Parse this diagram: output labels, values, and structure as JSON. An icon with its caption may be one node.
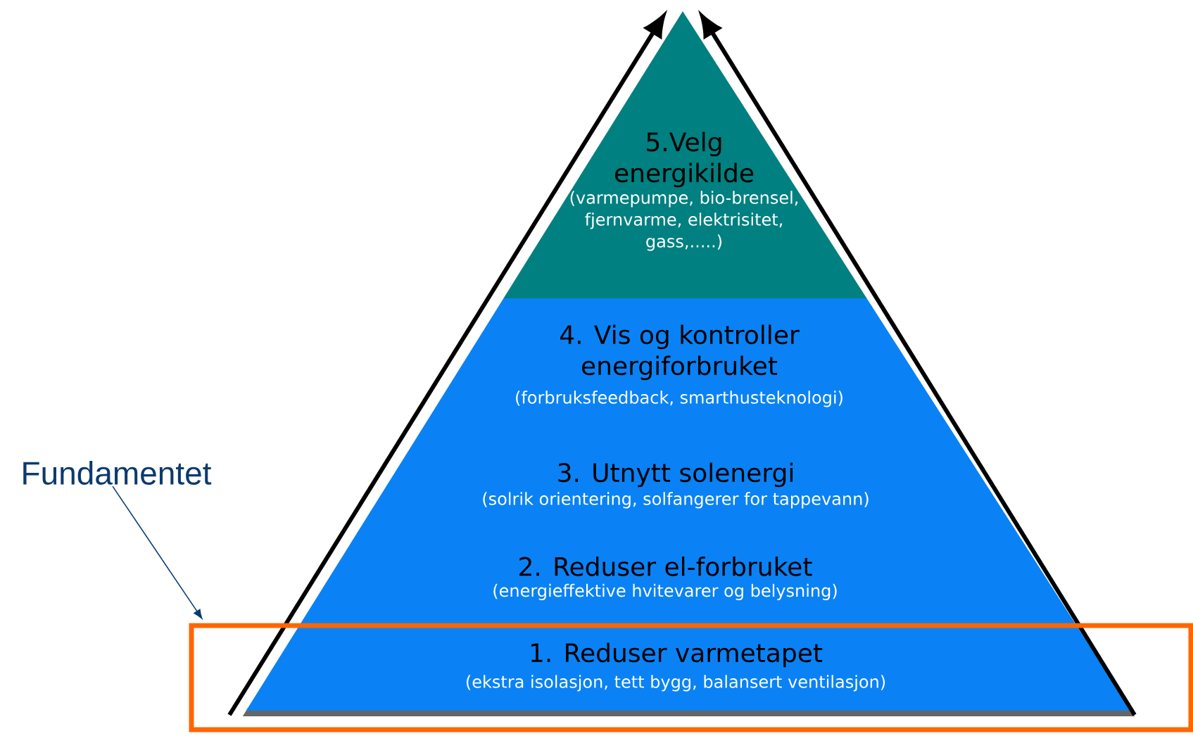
{
  "diagram": {
    "nodes": [
      {
        "text": [
          "5.Velg energikilde",
          "(varmepumpe, bio-brensel, fjernvarme, elektrisitet, gass,.....)"
        ]
      },
      {
        "text": [
          "4. Vis og kontroller energiforbruket",
          "(forbruksfeedback, smarthusteknologi)"
        ]
      },
      {
        "text": [
          "3. Utnytt solenergi",
          "(solrik orientering, solfangerer for tappevann)"
        ]
      },
      {
        "text": [
          "2. Reduser el-forbruket",
          "(energieffektive hvitevarer og belysning)"
        ]
      },
      {
        "text": [],
        "shape": "box"
      },
      {
        "text": [
          "1. Reduser varmetapet",
          "(ekstra isolasjon, tett bygg, balansert ventilasjon)"
        ],
        "in": 4
      },
      {
        "text": [
          "Fundamentet"
        ]
      }
    ],
    "edges": [
      {
        "from": 6,
        "to": 4,
        "arrow": "to"
      }
    ]
  }
}
